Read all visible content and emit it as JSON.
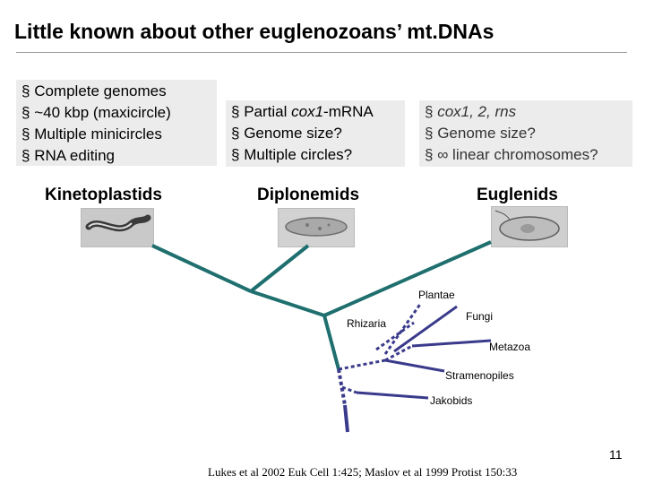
{
  "title": "Little known about other euglenozoans’ mt.DNAs",
  "kinetoplastids": {
    "bullets": [
      "Complete genomes",
      "~40 kbp (maxicircle)",
      "Multiple minicircles",
      "RNA editing"
    ],
    "label": "Kinetoplastids"
  },
  "diplonemids": {
    "bullet1_prefix": "Partial ",
    "bullet1_italic": "cox1",
    "bullet1_suffix": "-mRNA",
    "bullet2": " Genome size?",
    "bullet3": "Multiple circles?",
    "label": "Diplonemids"
  },
  "euglenids": {
    "bullet1_italic": "cox1, 2, rns",
    "bullet2": "Genome size?",
    "bullet3": "∞ linear chromosomes?",
    "label": "Euglenids"
  },
  "bullet_marker": "§",
  "taxa": [
    "Plantae",
    "Fungi",
    "Rhizaria",
    "Metazoa",
    "Stramenopiles",
    "Jakobids"
  ],
  "citation": "Lukes et al 2002 Euk Cell 1:425; Maslov et al 1999 Protist 150:33",
  "page_number": "11",
  "colors": {
    "euglenozoa_branch": "#1f6f6f",
    "other_branch": "#3a3a8c",
    "box_background": "#ececec"
  }
}
